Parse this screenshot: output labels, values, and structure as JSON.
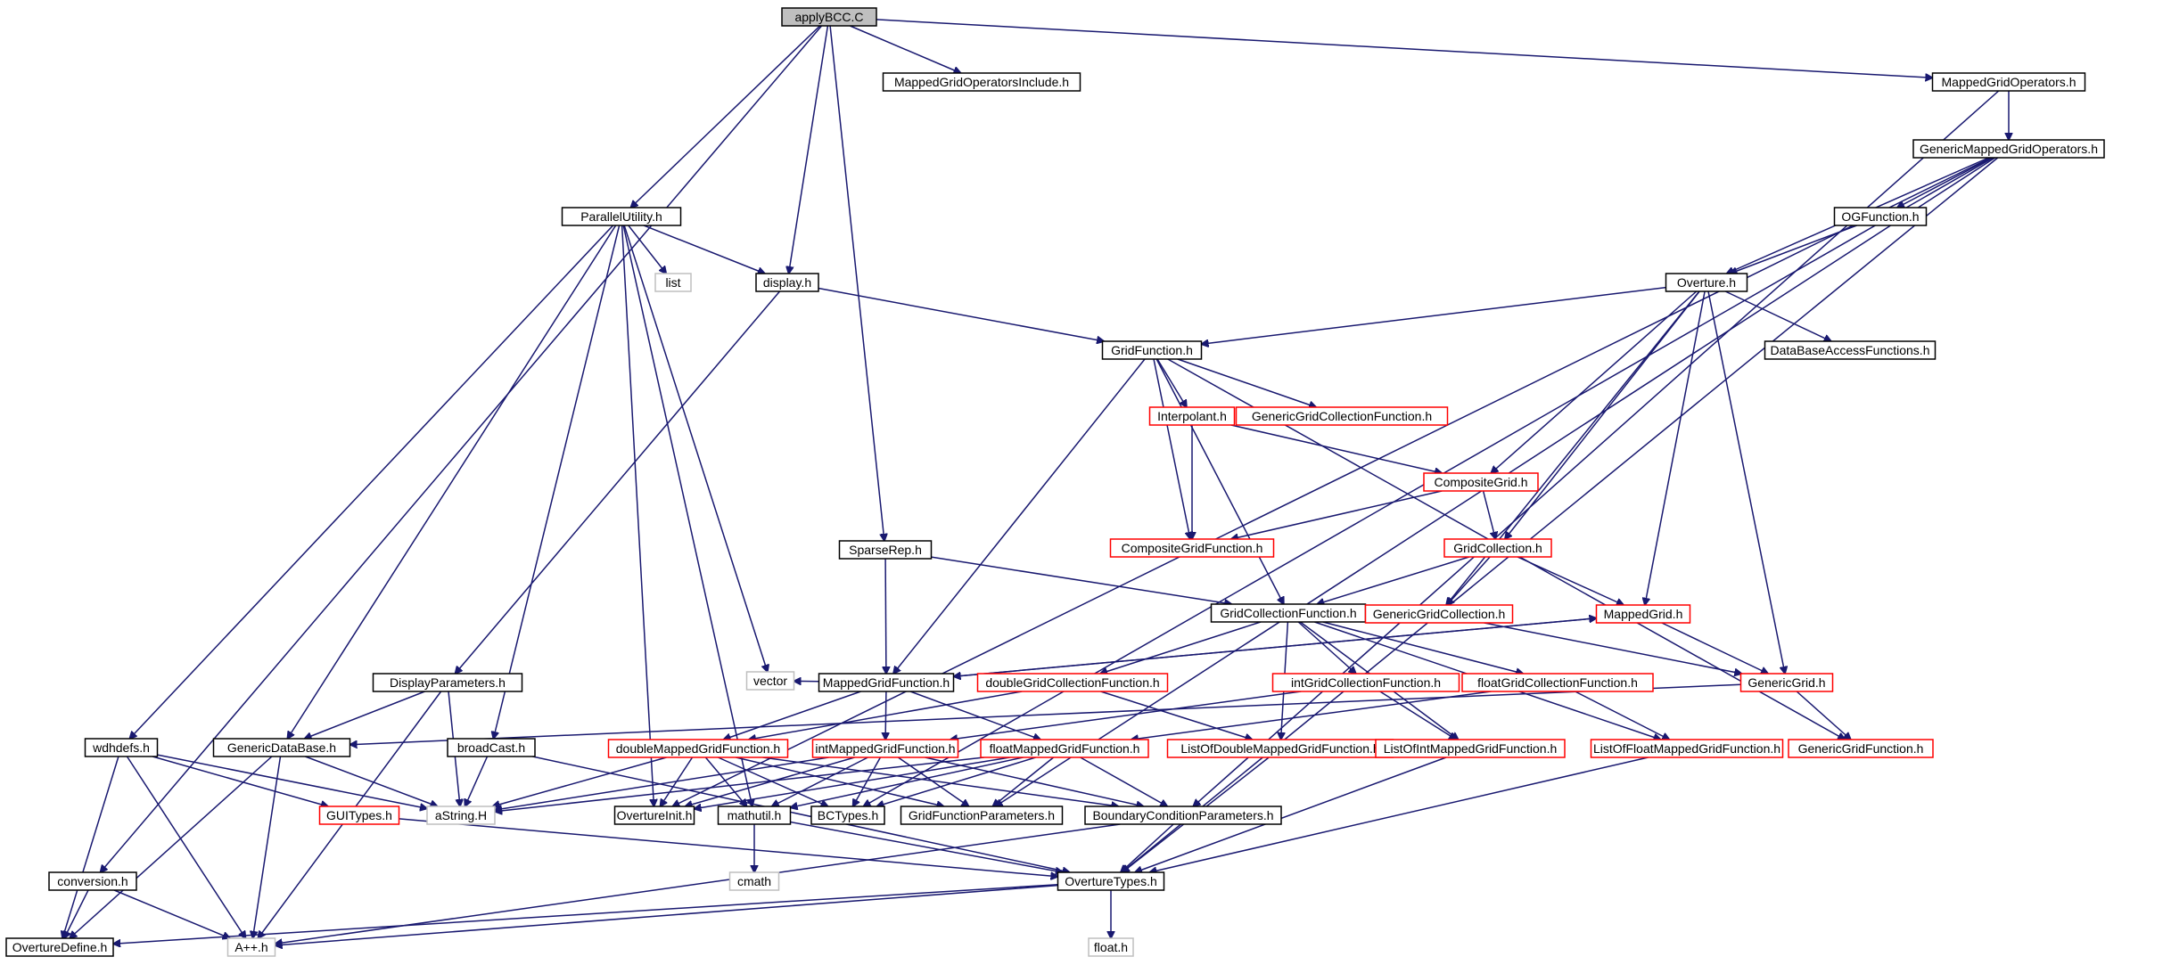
{
  "colors": {
    "edge": "#191970",
    "root_fill": "#bfbfbf",
    "normal_border": "#000000",
    "truncated_border": "#ff0000",
    "system_border": "#bfbfbf"
  },
  "nodes": [
    {
      "id": "applyBCC",
      "label": "applyBCC.C",
      "kind": "root"
    },
    {
      "id": "MGOInclude",
      "label": "MappedGridOperatorsInclude.h",
      "kind": "normal"
    },
    {
      "id": "MGO",
      "label": "MappedGridOperators.h",
      "kind": "normal"
    },
    {
      "id": "GMGO",
      "label": "GenericMappedGridOperators.h",
      "kind": "normal"
    },
    {
      "id": "ParallelUtility",
      "label": "ParallelUtility.h",
      "kind": "normal"
    },
    {
      "id": "OGFunction",
      "label": "OGFunction.h",
      "kind": "normal"
    },
    {
      "id": "list",
      "label": "list",
      "kind": "system"
    },
    {
      "id": "display",
      "label": "display.h",
      "kind": "normal"
    },
    {
      "id": "Overture",
      "label": "Overture.h",
      "kind": "normal"
    },
    {
      "id": "GridFunction",
      "label": "GridFunction.h",
      "kind": "normal"
    },
    {
      "id": "DBAF",
      "label": "DataBaseAccessFunctions.h",
      "kind": "normal"
    },
    {
      "id": "Interpolant",
      "label": "Interpolant.h",
      "kind": "truncated"
    },
    {
      "id": "GGCF",
      "label": "GenericGridCollectionFunction.h",
      "kind": "truncated"
    },
    {
      "id": "CompositeGrid",
      "label": "CompositeGrid.h",
      "kind": "truncated"
    },
    {
      "id": "CGF",
      "label": "CompositeGridFunction.h",
      "kind": "truncated"
    },
    {
      "id": "GridCollection",
      "label": "GridCollection.h",
      "kind": "truncated"
    },
    {
      "id": "SparseRep",
      "label": "SparseRep.h",
      "kind": "normal"
    },
    {
      "id": "GCF",
      "label": "GridCollectionFunction.h",
      "kind": "normal"
    },
    {
      "id": "GGC",
      "label": "GenericGridCollection.h",
      "kind": "truncated"
    },
    {
      "id": "MappedGrid",
      "label": "MappedGrid.h",
      "kind": "truncated"
    },
    {
      "id": "DisplayParameters",
      "label": "DisplayParameters.h",
      "kind": "normal"
    },
    {
      "id": "vector",
      "label": "vector",
      "kind": "system"
    },
    {
      "id": "MGF",
      "label": "MappedGridFunction.h",
      "kind": "normal"
    },
    {
      "id": "dGCF",
      "label": "doubleGridCollectionFunction.h",
      "kind": "truncated"
    },
    {
      "id": "iGCF",
      "label": "intGridCollectionFunction.h",
      "kind": "truncated"
    },
    {
      "id": "fGCF",
      "label": "floatGridCollectionFunction.h",
      "kind": "truncated"
    },
    {
      "id": "GenericGrid",
      "label": "GenericGrid.h",
      "kind": "truncated"
    },
    {
      "id": "wdhdefs",
      "label": "wdhdefs.h",
      "kind": "normal"
    },
    {
      "id": "GDB",
      "label": "GenericDataBase.h",
      "kind": "normal"
    },
    {
      "id": "broadCast",
      "label": "broadCast.h",
      "kind": "normal"
    },
    {
      "id": "dMGF",
      "label": "doubleMappedGridFunction.h",
      "kind": "truncated"
    },
    {
      "id": "iMGF",
      "label": "intMappedGridFunction.h",
      "kind": "truncated"
    },
    {
      "id": "fMGF",
      "label": "floatMappedGridFunction.h",
      "kind": "truncated"
    },
    {
      "id": "LODMGF",
      "label": "ListOfDoubleMappedGridFunction.h",
      "kind": "truncated"
    },
    {
      "id": "LOIMGF",
      "label": "ListOfIntMappedGridFunction.h",
      "kind": "truncated"
    },
    {
      "id": "LOFMGF",
      "label": "ListOfFloatMappedGridFunction.h",
      "kind": "truncated"
    },
    {
      "id": "GGF",
      "label": "GenericGridFunction.h",
      "kind": "truncated"
    },
    {
      "id": "GUITypes",
      "label": "GUITypes.h",
      "kind": "truncated"
    },
    {
      "id": "aString",
      "label": "aString.H",
      "kind": "system"
    },
    {
      "id": "OvertureInit",
      "label": "OvertureInit.h",
      "kind": "normal"
    },
    {
      "id": "mathutil",
      "label": "mathutil.h",
      "kind": "normal"
    },
    {
      "id": "BCTypes",
      "label": "BCTypes.h",
      "kind": "normal"
    },
    {
      "id": "GFP",
      "label": "GridFunctionParameters.h",
      "kind": "normal"
    },
    {
      "id": "BCP",
      "label": "BoundaryConditionParameters.h",
      "kind": "normal"
    },
    {
      "id": "conversion",
      "label": "conversion.h",
      "kind": "normal"
    },
    {
      "id": "cmath",
      "label": "cmath",
      "kind": "system"
    },
    {
      "id": "OvertureTypes",
      "label": "OvertureTypes.h",
      "kind": "normal"
    },
    {
      "id": "OvertureDefine",
      "label": "OvertureDefine.h",
      "kind": "normal"
    },
    {
      "id": "App",
      "label": "A++.h",
      "kind": "system"
    },
    {
      "id": "float",
      "label": "float.h",
      "kind": "system"
    }
  ],
  "edges": [
    [
      "applyBCC",
      "MGOInclude"
    ],
    [
      "applyBCC",
      "MGO"
    ],
    [
      "applyBCC",
      "ParallelUtility"
    ],
    [
      "applyBCC",
      "display"
    ],
    [
      "applyBCC",
      "SparseRep"
    ],
    [
      "applyBCC",
      "conversion"
    ],
    [
      "MGO",
      "GMGO"
    ],
    [
      "MGO",
      "BCP"
    ],
    [
      "GMGO",
      "OGFunction"
    ],
    [
      "GMGO",
      "Overture"
    ],
    [
      "GMGO",
      "OvertureInit"
    ],
    [
      "GMGO",
      "BCTypes"
    ],
    [
      "GMGO",
      "GFP"
    ],
    [
      "GMGO",
      "OvertureTypes"
    ],
    [
      "OGFunction",
      "Overture"
    ],
    [
      "ParallelUtility",
      "list"
    ],
    [
      "ParallelUtility",
      "display"
    ],
    [
      "ParallelUtility",
      "vector"
    ],
    [
      "ParallelUtility",
      "wdhdefs"
    ],
    [
      "ParallelUtility",
      "GDB"
    ],
    [
      "ParallelUtility",
      "broadCast"
    ],
    [
      "ParallelUtility",
      "OvertureInit"
    ],
    [
      "ParallelUtility",
      "mathutil"
    ],
    [
      "display",
      "GridFunction"
    ],
    [
      "display",
      "DisplayParameters"
    ],
    [
      "Overture",
      "GridFunction"
    ],
    [
      "Overture",
      "DBAF"
    ],
    [
      "Overture",
      "CompositeGrid"
    ],
    [
      "Overture",
      "GridCollection"
    ],
    [
      "Overture",
      "GGC"
    ],
    [
      "Overture",
      "MappedGrid"
    ],
    [
      "Overture",
      "GenericGrid"
    ],
    [
      "GridFunction",
      "Interpolant"
    ],
    [
      "GridFunction",
      "GGCF"
    ],
    [
      "GridFunction",
      "CGF"
    ],
    [
      "GridFunction",
      "GCF"
    ],
    [
      "GridFunction",
      "MGF"
    ],
    [
      "GridFunction",
      "GGF"
    ],
    [
      "Interpolant",
      "CompositeGrid"
    ],
    [
      "Interpolant",
      "CGF"
    ],
    [
      "CompositeGrid",
      "CGF"
    ],
    [
      "CompositeGrid",
      "GridCollection"
    ],
    [
      "GridCollection",
      "GCF"
    ],
    [
      "GridCollection",
      "GGC"
    ],
    [
      "GridCollection",
      "MappedGrid"
    ],
    [
      "SparseRep",
      "MGF"
    ],
    [
      "SparseRep",
      "GCF"
    ],
    [
      "GCF",
      "dGCF"
    ],
    [
      "GCF",
      "iGCF"
    ],
    [
      "GCF",
      "fGCF"
    ],
    [
      "GCF",
      "LODMGF"
    ],
    [
      "GCF",
      "LOIMGF"
    ],
    [
      "GCF",
      "LOFMGF"
    ],
    [
      "GGC",
      "GenericGrid"
    ],
    [
      "MappedGrid",
      "GenericGrid"
    ],
    [
      "MappedGrid",
      "MGF"
    ],
    [
      "MGF",
      "vector"
    ],
    [
      "MGF",
      "MappedGrid"
    ],
    [
      "MGF",
      "dMGF"
    ],
    [
      "MGF",
      "iMGF"
    ],
    [
      "MGF",
      "fMGF"
    ],
    [
      "DisplayParameters",
      "GDB"
    ],
    [
      "DisplayParameters",
      "aString"
    ],
    [
      "DisplayParameters",
      "App"
    ],
    [
      "dGCF",
      "dMGF"
    ],
    [
      "dGCF",
      "LODMGF"
    ],
    [
      "iGCF",
      "iMGF"
    ],
    [
      "iGCF",
      "LOIMGF"
    ],
    [
      "fGCF",
      "fMGF"
    ],
    [
      "fGCF",
      "LOFMGF"
    ],
    [
      "GenericGrid",
      "GGF"
    ],
    [
      "GenericGrid",
      "GDB"
    ],
    [
      "wdhdefs",
      "GUITypes"
    ],
    [
      "wdhdefs",
      "aString"
    ],
    [
      "wdhdefs",
      "OvertureDefine"
    ],
    [
      "wdhdefs",
      "App"
    ],
    [
      "GDB",
      "aString"
    ],
    [
      "GDB",
      "OvertureDefine"
    ],
    [
      "GDB",
      "App"
    ],
    [
      "broadCast",
      "aString"
    ],
    [
      "broadCast",
      "OvertureTypes"
    ],
    [
      "dMGF",
      "aString"
    ],
    [
      "dMGF",
      "OvertureInit"
    ],
    [
      "dMGF",
      "mathutil"
    ],
    [
      "dMGF",
      "BCTypes"
    ],
    [
      "dMGF",
      "GFP"
    ],
    [
      "dMGF",
      "BCP"
    ],
    [
      "iMGF",
      "aString"
    ],
    [
      "iMGF",
      "OvertureInit"
    ],
    [
      "iMGF",
      "mathutil"
    ],
    [
      "iMGF",
      "BCTypes"
    ],
    [
      "iMGF",
      "GFP"
    ],
    [
      "iMGF",
      "BCP"
    ],
    [
      "fMGF",
      "aString"
    ],
    [
      "fMGF",
      "OvertureInit"
    ],
    [
      "fMGF",
      "mathutil"
    ],
    [
      "fMGF",
      "BCTypes"
    ],
    [
      "fMGF",
      "GFP"
    ],
    [
      "fMGF",
      "BCP"
    ],
    [
      "LODMGF",
      "OvertureTypes"
    ],
    [
      "LOIMGF",
      "OvertureTypes"
    ],
    [
      "LOFMGF",
      "OvertureTypes"
    ],
    [
      "GUITypes",
      "OvertureTypes"
    ],
    [
      "mathutil",
      "cmath"
    ],
    [
      "mathutil",
      "OvertureTypes"
    ],
    [
      "BCP",
      "OvertureTypes"
    ],
    [
      "BCP",
      "App"
    ],
    [
      "conversion",
      "OvertureDefine"
    ],
    [
      "conversion",
      "App"
    ],
    [
      "OvertureTypes",
      "OvertureDefine"
    ],
    [
      "OvertureTypes",
      "App"
    ],
    [
      "OvertureTypes",
      "float"
    ]
  ]
}
